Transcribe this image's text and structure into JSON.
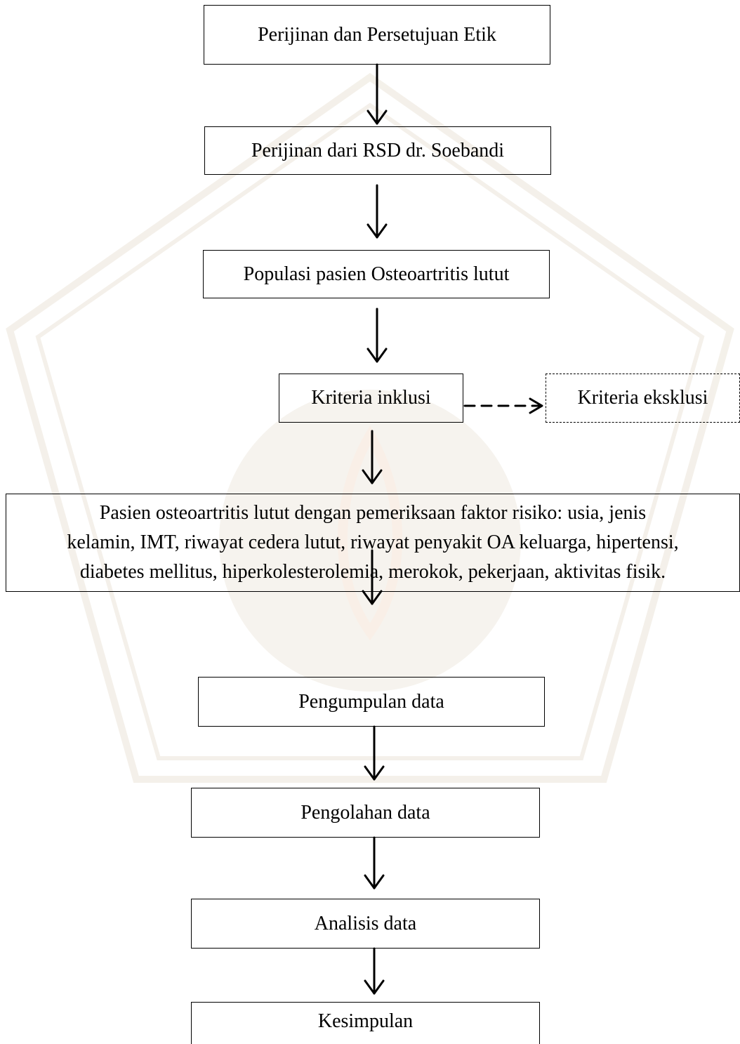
{
  "nodes": {
    "ethics": "Perijinan dan Persetujuan Etik",
    "hospital_permit": "Perijinan dari RSD dr. Soebandi",
    "population": "Populasi pasien Osteoartritis lutut",
    "inclusion": "Kriteria inklusi",
    "exclusion": "Kriteria eksklusi",
    "risk_factors_line1": "Pasien osteoartritis lutut dengan pemeriksaan faktor risiko: usia, jenis",
    "risk_factors_line2": "kelamin, IMT, riwayat cedera lutut, riwayat penyakit OA keluarga, hipertensi,",
    "risk_factors_line3": "diabetes mellitus, hiperkolesterolemia, merokok, pekerjaan, aktivitas fisik.",
    "data_collection": "Pengumpulan data",
    "data_processing": "Pengolahan data",
    "data_analysis": "Analisis data",
    "conclusion": "Kesimpulan"
  }
}
